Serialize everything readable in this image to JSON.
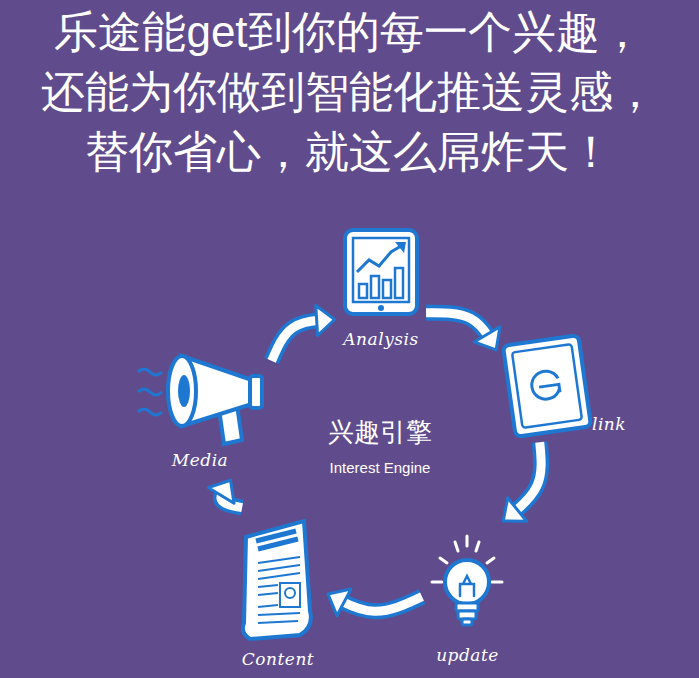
{
  "diagram": {
    "title": "乐途能get到你的每一个兴趣，还能为你做到智能化推送灵感，替你省心，就这么屌炸天！",
    "nodes": [
      {
        "text": [
          "Analysis"
        ]
      },
      {
        "text": [
          "link"
        ]
      },
      {
        "text": [
          "update"
        ]
      },
      {
        "text": [
          "Content"
        ]
      },
      {
        "text": [
          "Media"
        ]
      }
    ],
    "edges": [
      {
        "from": 0,
        "to": 1,
        "arrow": "to"
      },
      {
        "from": 1,
        "to": 2,
        "arrow": "to"
      },
      {
        "from": 2,
        "to": 3,
        "arrow": "to"
      },
      {
        "from": 3,
        "to": 4,
        "arrow": "to"
      },
      {
        "from": 4,
        "to": 0,
        "arrow": "to"
      }
    ],
    "labels": [
      "兴趣引擎",
      "Interest Engine"
    ]
  }
}
